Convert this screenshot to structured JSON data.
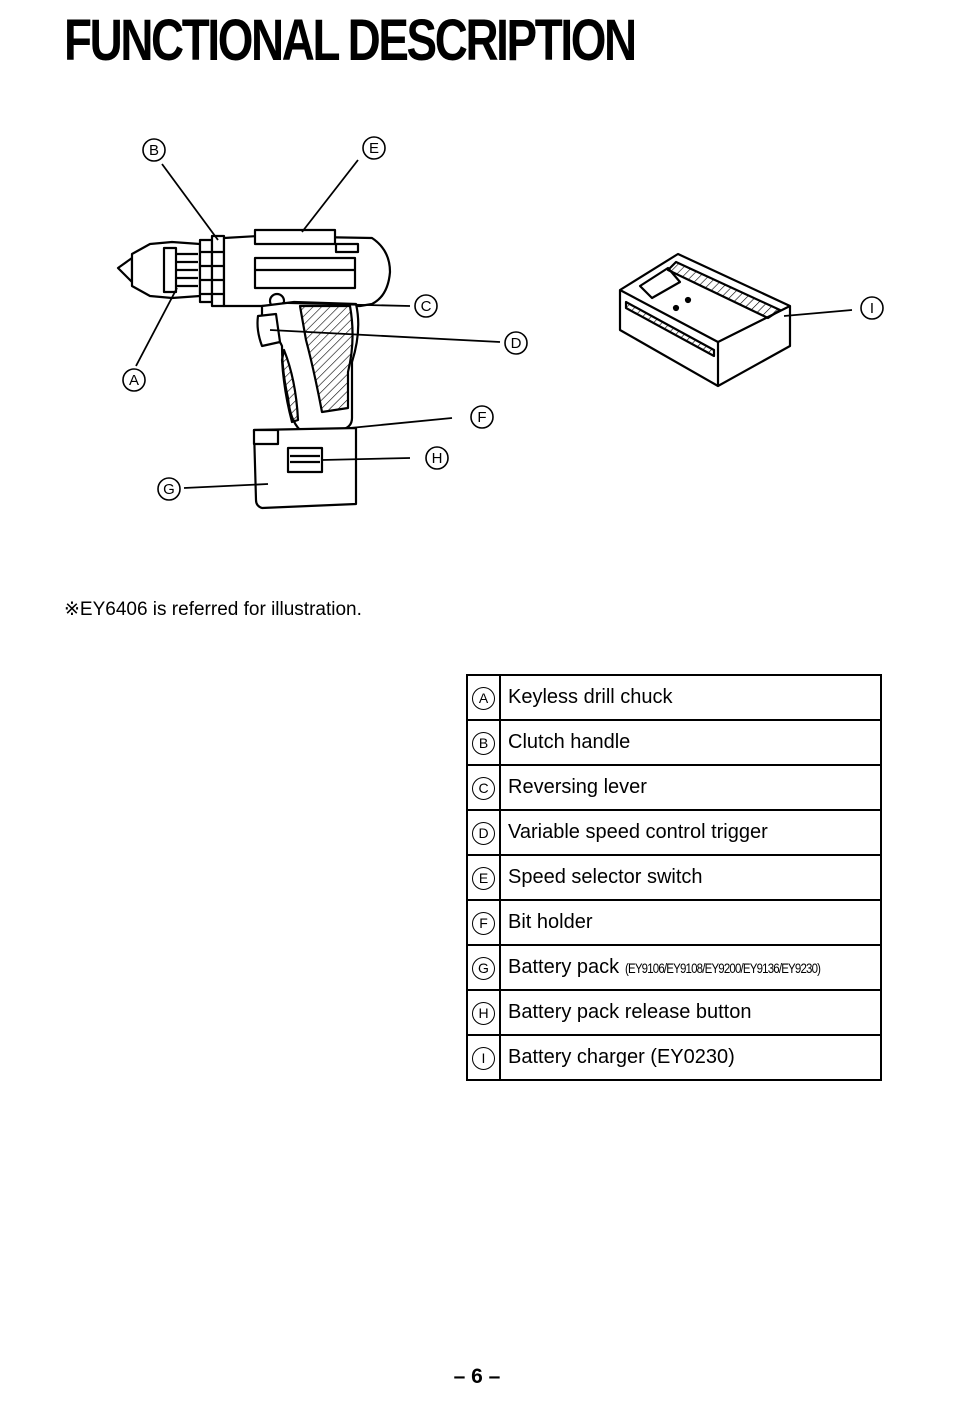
{
  "page": {
    "title": "FUNCTIONAL DESCRIPTION",
    "note": "※EY6406 is referred for illustration.",
    "page_number": "– 6 –"
  },
  "callouts": [
    {
      "id": "drill-chuck",
      "letter": "A"
    },
    {
      "id": "clutch-handle",
      "letter": "B"
    },
    {
      "id": "reversing-lever",
      "letter": "C"
    },
    {
      "id": "speed-trigger",
      "letter": "D"
    },
    {
      "id": "speed-selector",
      "letter": "E"
    },
    {
      "id": "bit-holder",
      "letter": "F"
    },
    {
      "id": "battery-pack",
      "letter": "G"
    },
    {
      "id": "release-button",
      "letter": "H"
    },
    {
      "id": "charger",
      "letter": "I"
    }
  ],
  "parts": [
    {
      "letter": "A",
      "label": "Keyless drill chuck"
    },
    {
      "letter": "B",
      "label": "Clutch handle"
    },
    {
      "letter": "C",
      "label": "Reversing lever"
    },
    {
      "letter": "D",
      "label": "Variable speed control trigger"
    },
    {
      "letter": "E",
      "label": "Speed selector switch"
    },
    {
      "letter": "F",
      "label": "Bit holder"
    },
    {
      "letter": "G",
      "label": "Battery pack",
      "models": "(EY9106/EY9108/EY9200/EY9136/EY9230)"
    },
    {
      "letter": "H",
      "label": "Battery pack release button"
    },
    {
      "letter": "I",
      "label": "Battery charger (EY0230)"
    }
  ]
}
